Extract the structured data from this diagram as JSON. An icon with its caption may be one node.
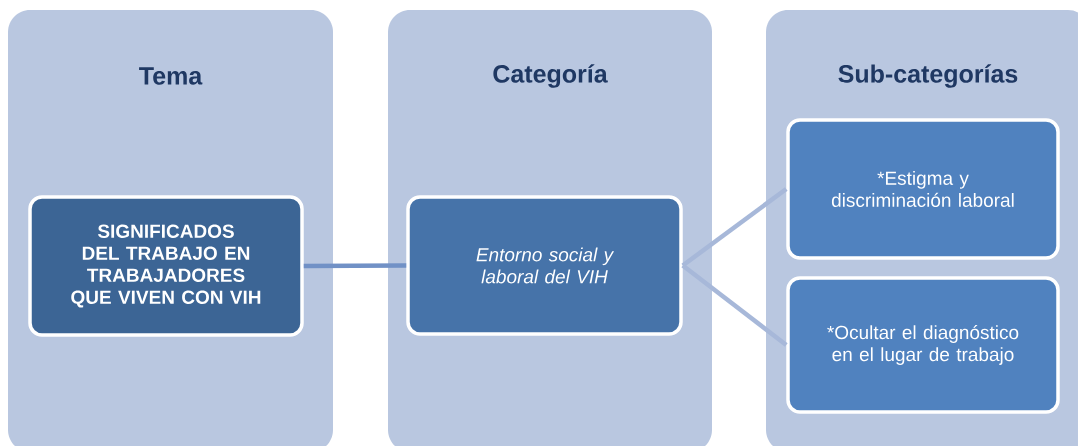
{
  "diagram": {
    "nodes": [
      {
        "text": [
          "Tema"
        ]
      },
      {
        "text": [
          "SIGNIFICADOS DEL TRABAJO EN TRABAJADORES QUE VIVEN CON VIH"
        ],
        "in": 0
      },
      {
        "text": [
          "Categoría"
        ]
      },
      {
        "text": [
          "Entorno social y laboral del VIH"
        ],
        "in": 2
      },
      {
        "text": [
          "Sub-categorías"
        ]
      },
      {
        "text": [
          "*Estigma  y discriminación laboral"
        ],
        "in": 4
      },
      {
        "text": [
          "*Ocultar el diagnóstico en el lugar de trabajo"
        ],
        "in": 4
      }
    ],
    "edges": [
      {
        "from": 1,
        "to": 3,
        "arrow": "none",
        "color": "#7191c6"
      },
      {
        "from": 3,
        "to": 5,
        "arrow": "none"
      },
      {
        "from": 3,
        "to": 6,
        "arrow": "none"
      }
    ]
  }
}
